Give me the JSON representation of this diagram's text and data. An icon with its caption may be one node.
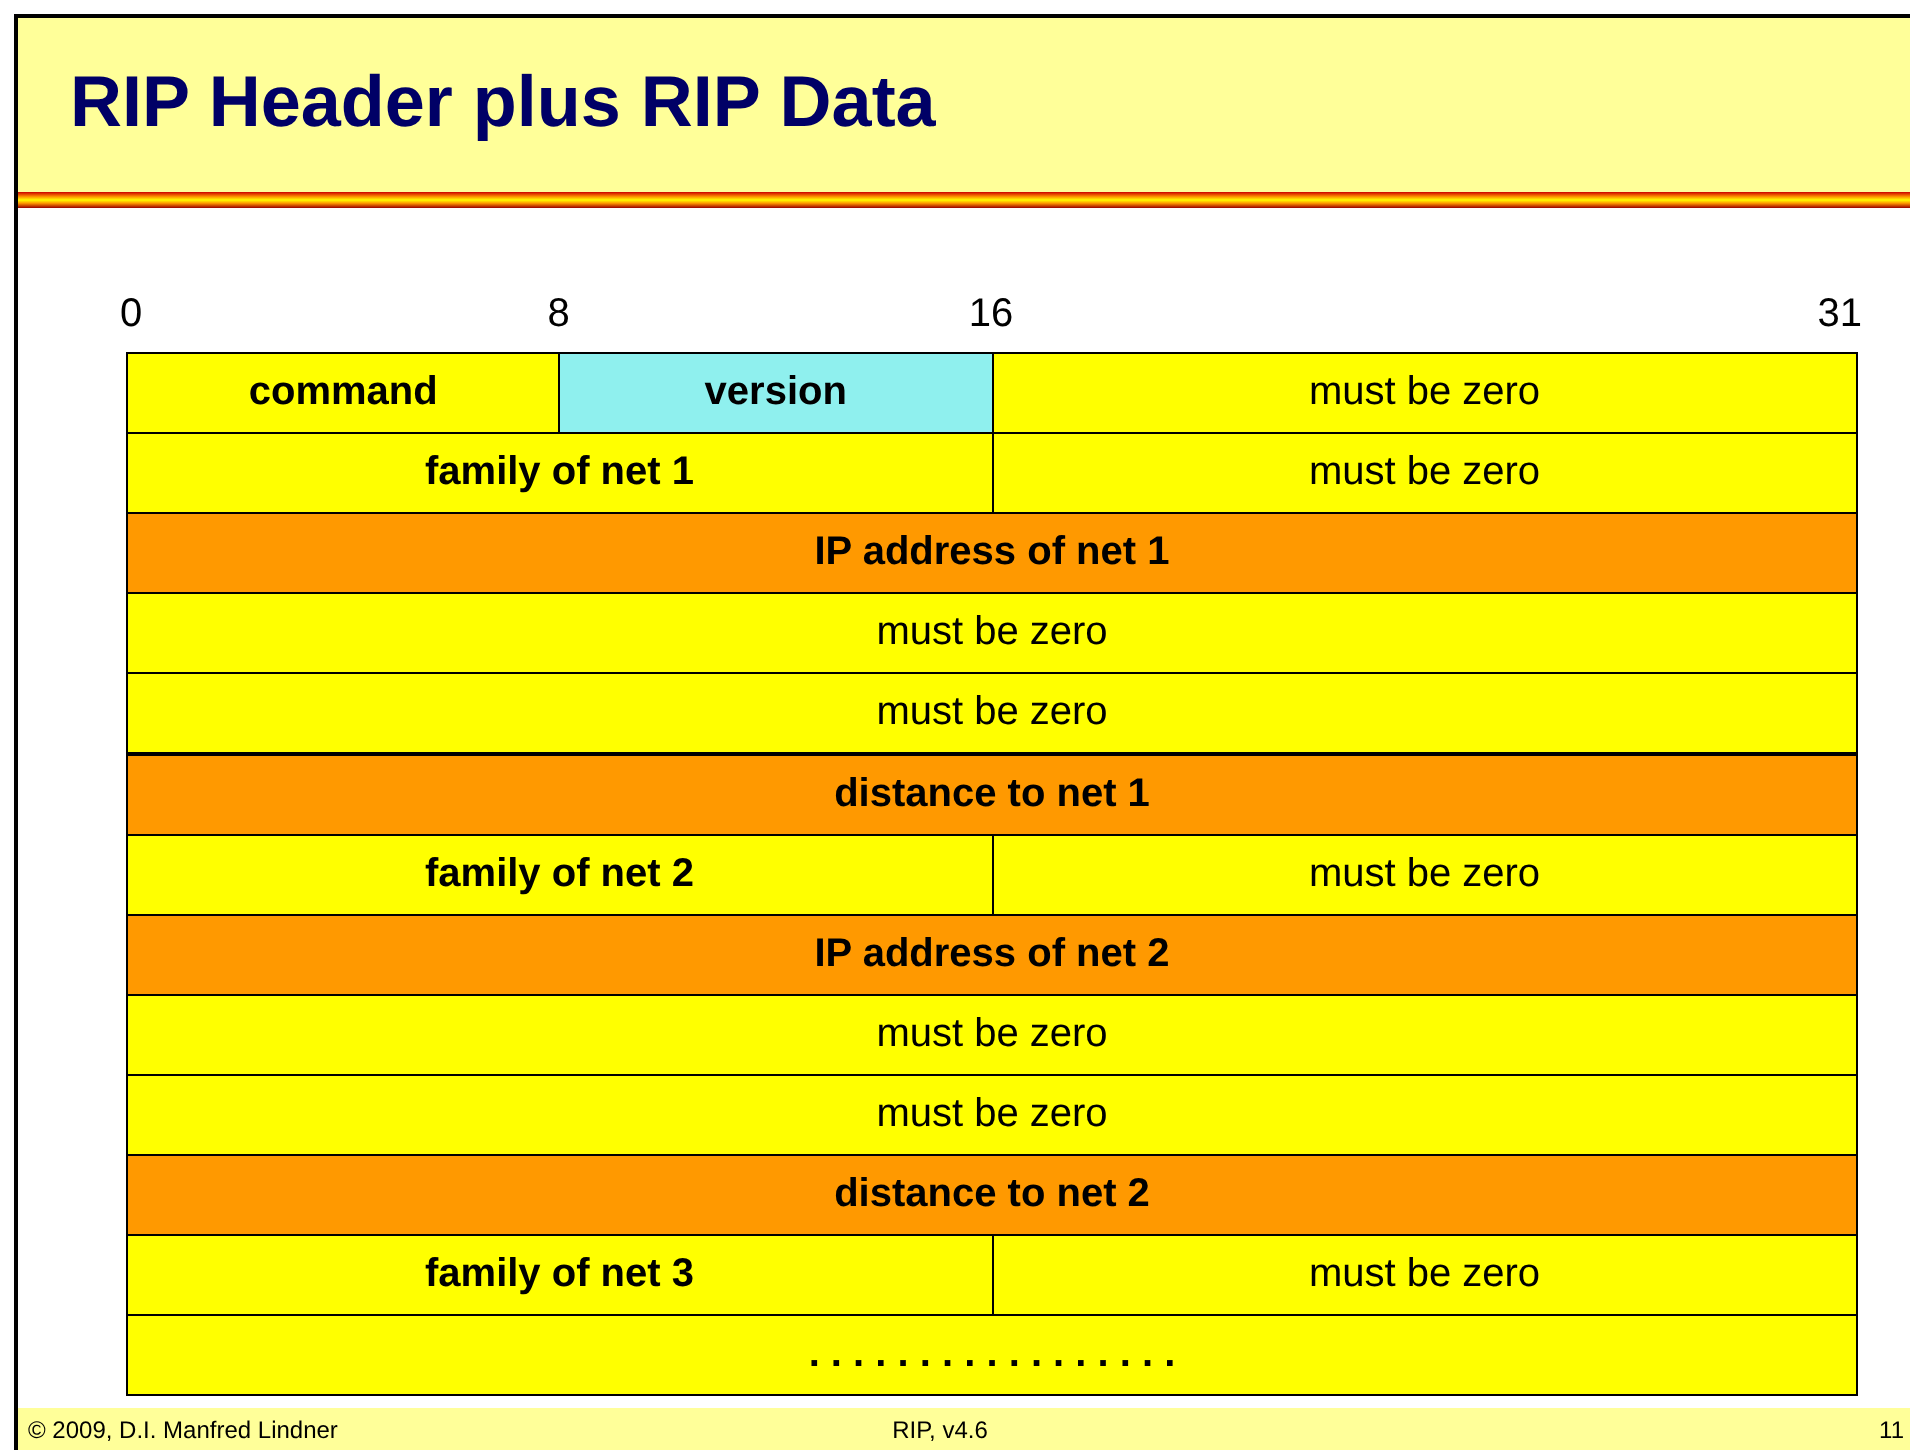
{
  "diagram": {
    "title": "RIP Header plus RIP Data",
    "nodes": [
      {
        "text": [
          "command"
        ]
      },
      {
        "text": [
          "version"
        ]
      },
      {
        "text": [
          "must be zero"
        ]
      },
      {
        "text": [
          "family of net 1"
        ]
      },
      {
        "text": [
          "must be zero"
        ]
      },
      {
        "text": [
          "IP address of net 1"
        ]
      },
      {
        "text": [
          "must be zero"
        ]
      },
      {
        "text": [
          "must be zero"
        ]
      },
      {
        "text": [
          "distance to net 1"
        ]
      },
      {
        "text": [
          "family of net 2"
        ]
      },
      {
        "text": [
          "must be zero"
        ]
      },
      {
        "text": [
          "IP address of net 2"
        ]
      },
      {
        "text": [
          "must be zero"
        ]
      },
      {
        "text": [
          "must be zero"
        ]
      },
      {
        "text": [
          "distance to net 2"
        ]
      },
      {
        "text": [
          "family of net 3"
        ]
      },
      {
        "text": [
          "must be zero"
        ]
      },
      {
        "text": [
          ". . . . . . . . . . . . . . . . ."
        ]
      }
    ],
    "labels": [
      "0",
      "8",
      "16",
      "31",
      "© 2009, D.I. Manfred Lindner",
      "RIP, v4.6",
      "11"
    ]
  }
}
